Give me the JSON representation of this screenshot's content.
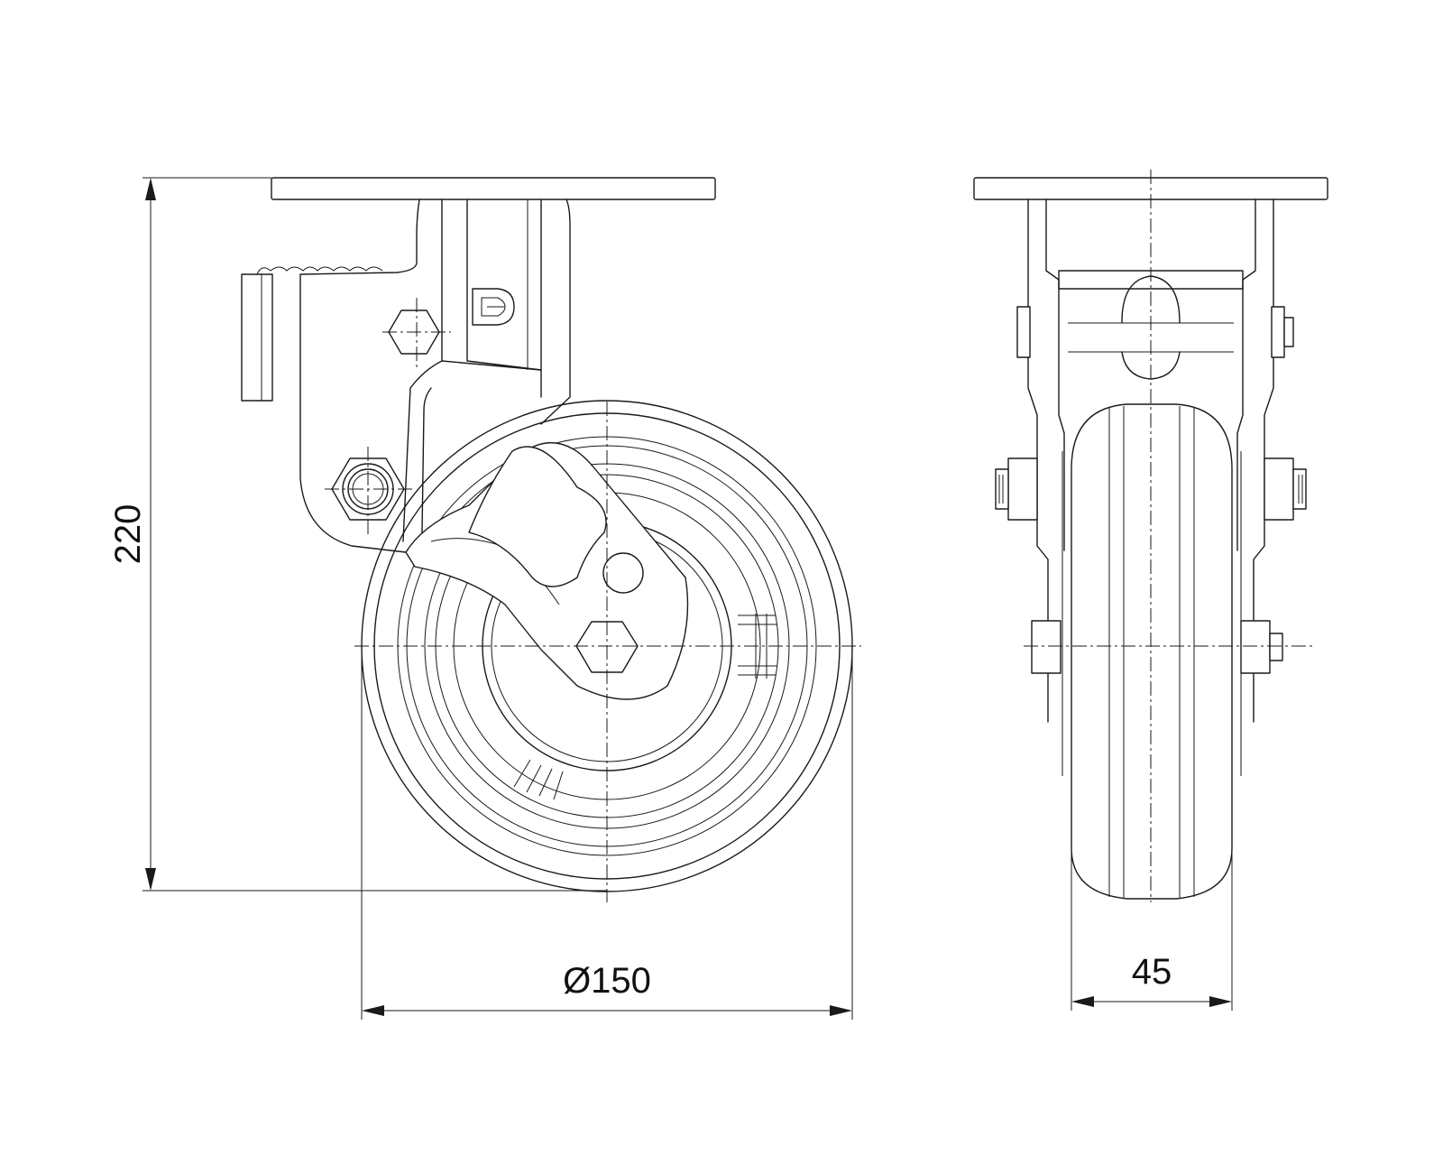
{
  "dimensions": {
    "height": "220",
    "wheel_diameter": "Ø150",
    "wheel_width": "45"
  },
  "colors": {
    "line": "#1a1a1a",
    "background": "#ffffff"
  }
}
